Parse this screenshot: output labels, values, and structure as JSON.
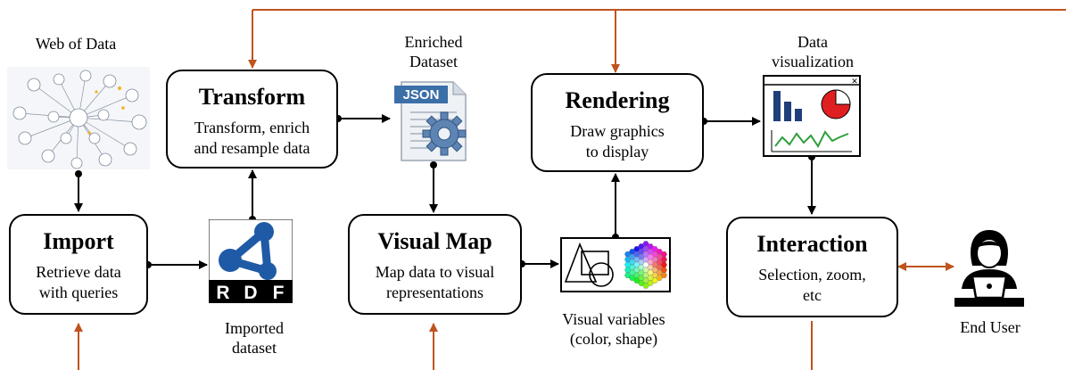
{
  "boxes": {
    "transform": {
      "title": "Transform",
      "desc_line1": "Transform, enrich",
      "desc_line2": "and resample data"
    },
    "import": {
      "title": "Import",
      "desc_line1": "Retrieve data",
      "desc_line2": "with queries"
    },
    "visual_map": {
      "title": "Visual Map",
      "desc_line1": "Map data to visual",
      "desc_line2": "representations"
    },
    "rendering": {
      "title": "Rendering",
      "desc_line1": "Draw graphics",
      "desc_line2": "to display"
    },
    "interaction": {
      "title": "Interaction",
      "desc_line1": "Selection, zoom,",
      "desc_line2": "etc"
    }
  },
  "labels": {
    "web_of_data": "Web of Data",
    "enriched_dataset_line1": "Enriched",
    "enriched_dataset_line2": "Dataset",
    "data_visualization_line1": "Data",
    "data_visualization_line2": "visualization",
    "imported_dataset_line1": "Imported",
    "imported_dataset_line2": "dataset",
    "visual_variables_line1": "Visual variables",
    "visual_variables_line2": "(color, shape)",
    "end_user": "End User"
  },
  "icons": {
    "json_badge": "JSON",
    "rdf_letters": [
      "R",
      "D",
      "F"
    ],
    "names": [
      "web-of-data-graph-icon",
      "json-gear-icon",
      "rdf-logo-icon",
      "visual-variables-icon",
      "visualization-window-icon",
      "end-user-icon"
    ]
  },
  "colors": {
    "feedback_arrow": "#c0531e",
    "flow_arrow": "#000000",
    "json_blue": "#3b6fa8",
    "rdf_blue": "#1f5aa6",
    "bar_blue": "#1f3f7a",
    "pie_red": "#e02020",
    "line_green": "#2fa03a"
  }
}
